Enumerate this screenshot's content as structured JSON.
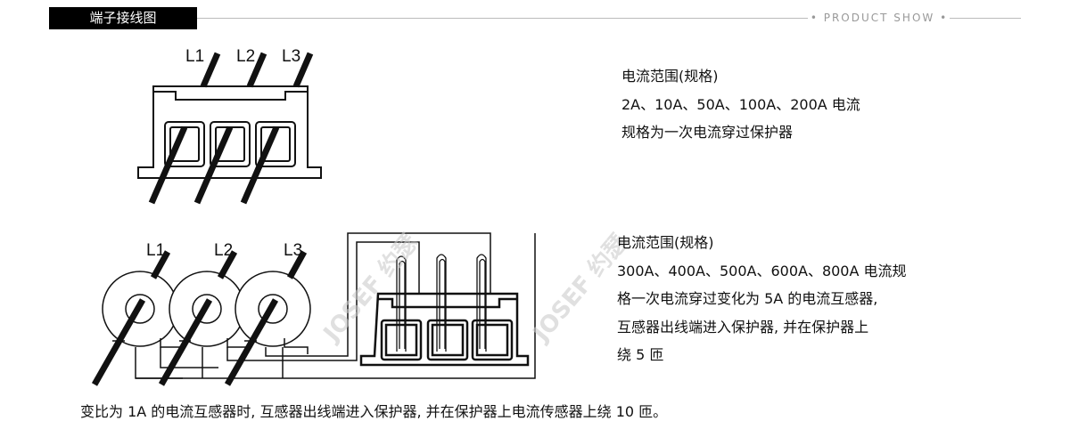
{
  "header": {
    "title": "端子接线图",
    "tagline": "• PRODUCT SHOW •"
  },
  "diagram_top": {
    "labels": [
      "L1",
      "L2",
      "L3"
    ]
  },
  "diagram_bottom": {
    "labels": [
      "L1",
      "L2",
      "L3"
    ],
    "watermark": "JOSEF 约瑟"
  },
  "spec_top": {
    "lines": [
      "电流范围(规格)",
      "2A、10A、50A、100A、200A 电流",
      "规格为一次电流穿过保护器"
    ]
  },
  "spec_bottom": {
    "lines": [
      "电流范围(规格)",
      "300A、400A、500A、600A、800A 电流规",
      "格一次电流穿过变化为 5A 的电流互感器,",
      "互感器出线端进入保护器, 并在保护器上",
      "绕 5 匝"
    ]
  },
  "footer_note": "变比为 1A 的电流互感器时, 互感器出线端进入保护器, 并在保护器上电流传感器上绕 10 匝。"
}
